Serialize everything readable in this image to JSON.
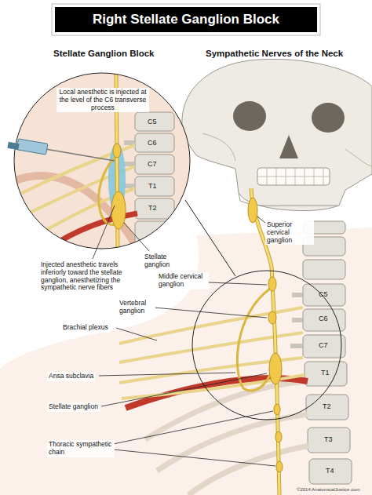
{
  "diagram": {
    "title": "Right Stellate Ganglion Block",
    "labels": [
      "Stellate Ganglion Block",
      "Sympathetic Nerves of the Neck",
      "Local anesthetic is injected at the level of the C6 transverse process",
      "C5",
      "C6",
      "C7",
      "T1",
      "T2",
      "Injected anesthetic travels inferiorly toward the stellate ganglion, anesthetizing the sympathetic nerve fibers",
      "Stellate ganglion",
      "Superior cervical ganglion",
      "Middle cervical ganglion",
      "Vertebral ganglion",
      "Brachial plexus",
      "Ansa subclavia",
      "Stellate ganglion",
      "Thoracic sympathetic chain",
      "C5",
      "C6",
      "C7",
      "T1",
      "T2",
      "T3",
      "T4",
      "©2014 AnatomicalJustice.com"
    ]
  }
}
